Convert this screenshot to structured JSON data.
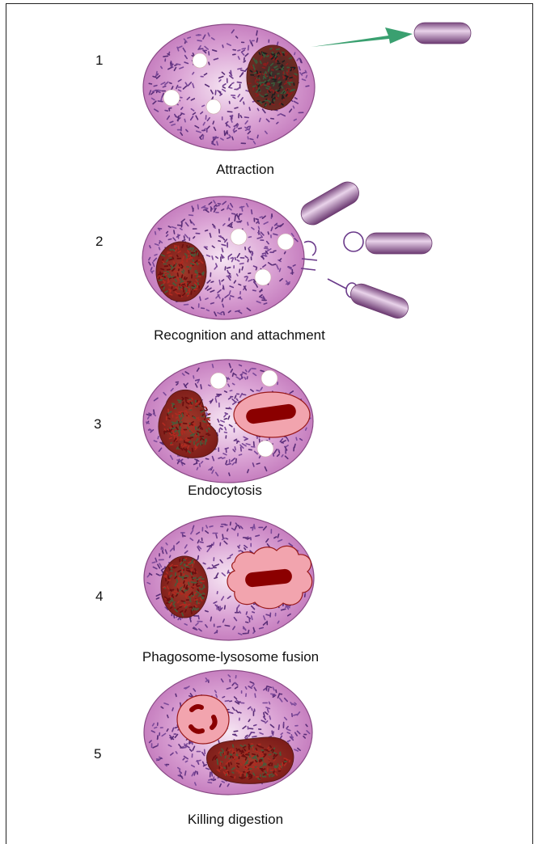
{
  "stages": [
    {
      "number": "1",
      "caption": "Attraction"
    },
    {
      "number": "2",
      "caption": "Recognition and attachment"
    },
    {
      "number": "3",
      "caption": "Endocytosis"
    },
    {
      "number": "4",
      "caption": "Phagosome-lysosome fusion"
    },
    {
      "number": "5",
      "caption": "Killing digestion"
    }
  ],
  "colors": {
    "cell_fill": "#c77bc0",
    "cell_center": "#f4e2f1",
    "cell_outline": "#8a4a86",
    "granule": "#6a3a8a",
    "nucleus": "#8b1a1a",
    "nucleus_dark": "#2a2a2a",
    "bacterium": "#9a6a9e",
    "bacterium_dark": "#7a4a7e",
    "arrow": "#3aa070",
    "phagosome": "#f0a8b0",
    "phagosome_outline": "#9a1a1a"
  }
}
